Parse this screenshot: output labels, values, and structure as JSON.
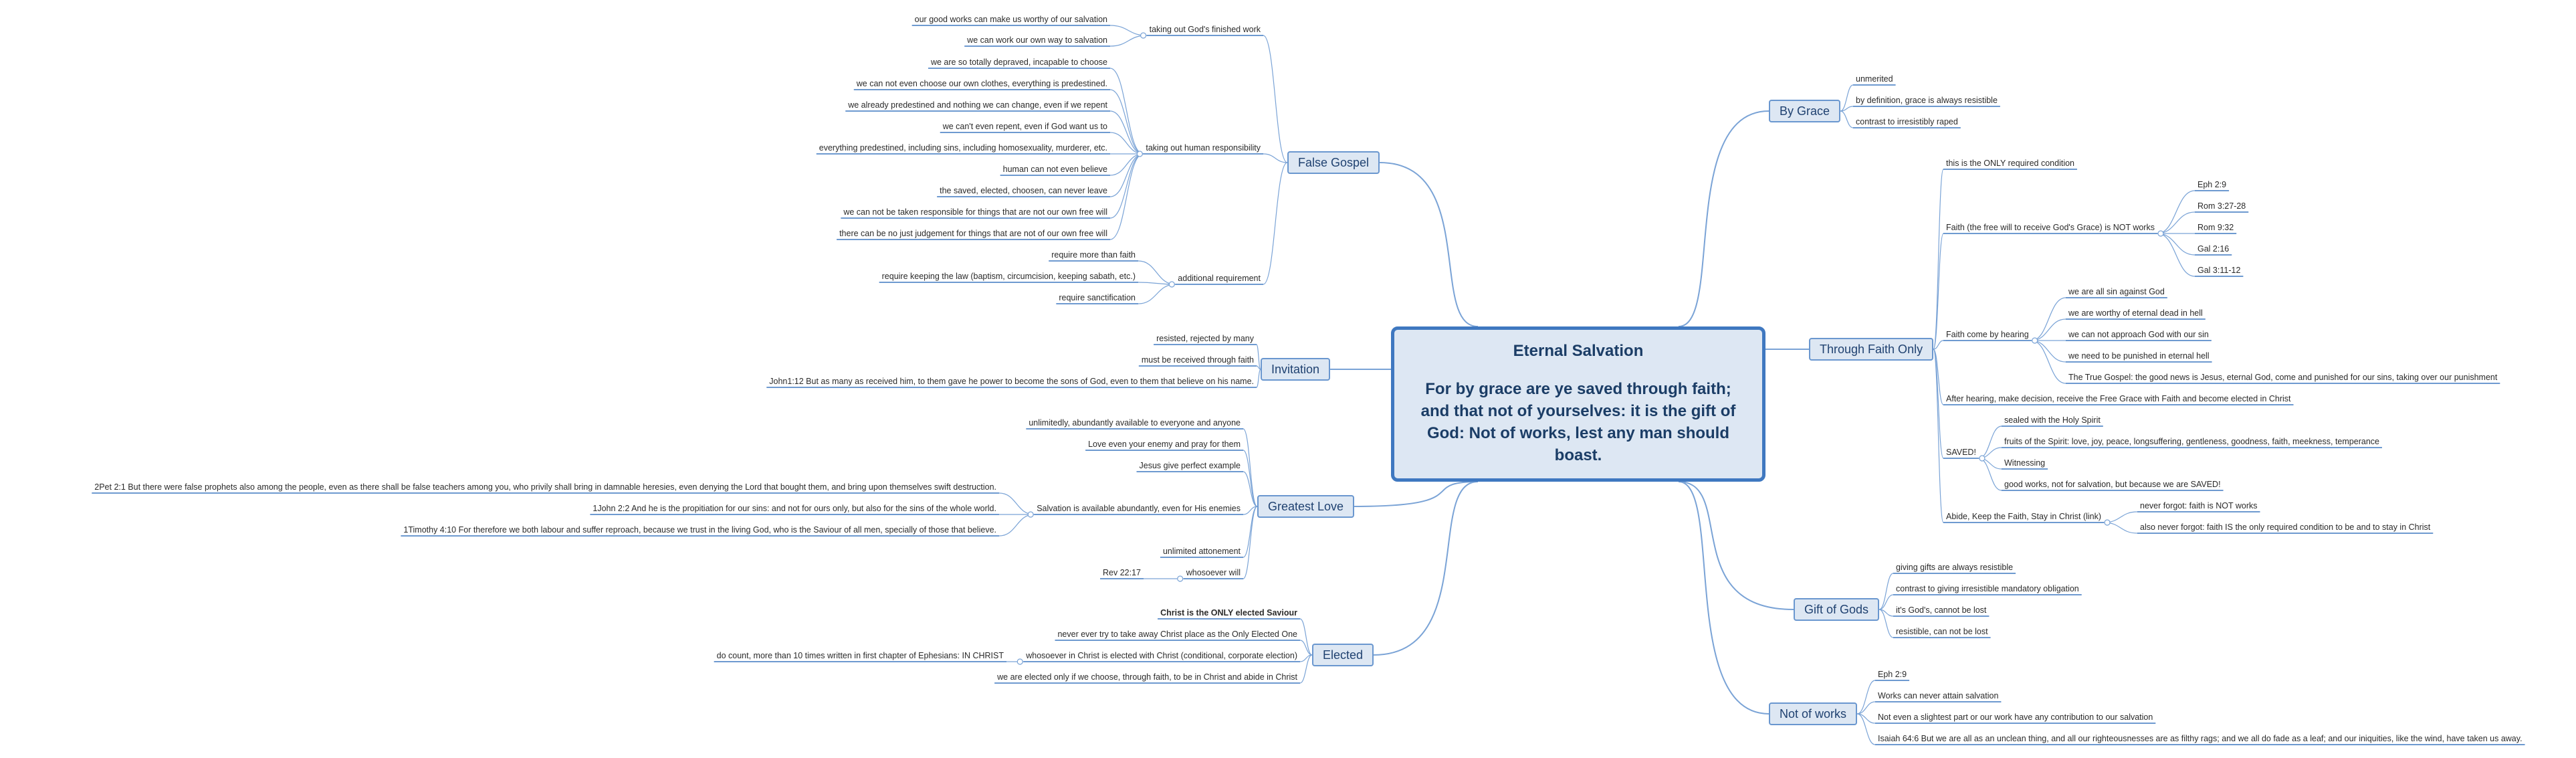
{
  "colors": {
    "line": "#7aa3d6",
    "underline": "#3f78c0",
    "node_fill": "#dde7f3",
    "node_border": "#6a97cf"
  },
  "center": {
    "title": "Eternal Salvation",
    "verse": "For by grace are ye saved through faith; and that not of yourselves: it is the gift of God: Not of works, lest any man should boast."
  },
  "nodes": {
    "false_gospel": {
      "label": "False Gospel"
    },
    "tohw": {
      "label": "taking out God's finished work"
    },
    "tohw_1": {
      "label": "our good works can make us worthy of our salvation"
    },
    "tohw_2": {
      "label": "we can work our own way to salvation"
    },
    "tohr": {
      "label": "taking out human responsibility"
    },
    "tohr_1": {
      "label": "we are so totally depraved, incapable to choose"
    },
    "tohr_2": {
      "label": "we can not even choose our own clothes, everything is predestined."
    },
    "tohr_3": {
      "label": "we already predestined and nothing we can change, even if we repent"
    },
    "tohr_4": {
      "label": "we can't even repent, even if God want us to"
    },
    "tohr_5": {
      "label": "everything predestined, including sins, including homosexuality, murderer, etc."
    },
    "tohr_6": {
      "label": "human can not even believe"
    },
    "tohr_7": {
      "label": "the saved, elected, choosen, can never leave"
    },
    "tohr_8": {
      "label": "we can not be taken responsible for things that are not our own free will"
    },
    "tohr_9": {
      "label": "there can be no just judgement for things that are not of our own free will"
    },
    "addreq": {
      "label": "additional requirement"
    },
    "addreq_1": {
      "label": "require more than faith"
    },
    "addreq_2": {
      "label": "require keeping the law (baptism, circumcision, keeping sabath, etc.)"
    },
    "addreq_3": {
      "label": "require sanctification"
    },
    "invitation": {
      "label": "Invitation"
    },
    "inv_1": {
      "label": "resisted, rejected by many"
    },
    "inv_2": {
      "label": "must be received through faith"
    },
    "inv_3": {
      "label": "John1:12 But as many as received him, to them gave he power to become the sons of God, even to them that believe on his name."
    },
    "greatest_love": {
      "label": "Greatest Love"
    },
    "gl_1": {
      "label": "unlimitedly, abundantly available to everyone and anyone"
    },
    "gl_2": {
      "label": "Love even your enemy and pray for them"
    },
    "gl_3": {
      "label": "Jesus give perfect example"
    },
    "gl_4": {
      "label": "Salvation is available abundantly, even for His enemies"
    },
    "gl_4a": {
      "label": "2Pet 2:1 But there were false prophets also among the people, even as there shall be false teachers among you, who privily shall bring in damnable heresies, even denying the Lord that bought them, and bring upon themselves swift destruction."
    },
    "gl_4b": {
      "label": "1John 2:2 And he is the propitiation for our sins: and not for ours only, but also for the sins of the whole world."
    },
    "gl_4c": {
      "label": "1Timothy 4:10 For therefore we both labour and suffer reproach, because we trust in the living God, who is the Saviour of all men, specially of those that believe."
    },
    "gl_5": {
      "label": "unlimited attonement"
    },
    "gl_6": {
      "label": "whosoever will"
    },
    "gl_6a": {
      "label": "Rev 22:17"
    },
    "elected": {
      "label": "Elected"
    },
    "el_1": {
      "label": "Christ is the ONLY elected Saviour"
    },
    "el_2": {
      "label": "never ever try to take away Christ place as the Only Elected One"
    },
    "el_3": {
      "label": "whosoever in Christ is elected with Christ (conditional, corporate election)"
    },
    "el_3a": {
      "label": "do count, more than 10 times written in first chapter of Ephesians: IN CHRIST"
    },
    "el_4": {
      "label": "we are elected only if we choose, through faith, to be in Christ and abide in Christ"
    },
    "by_grace": {
      "label": "By Grace"
    },
    "bg_1": {
      "label": "unmerited"
    },
    "bg_2": {
      "label": "by definition, grace is always resistible"
    },
    "bg_3": {
      "label": "contrast to irresistibly raped"
    },
    "through_faith": {
      "label": "Through Faith Only"
    },
    "tf_1": {
      "label": "this is the ONLY required condition"
    },
    "tf_2": {
      "label": "Faith (the free will to receive God's Grace) is NOT works"
    },
    "tf_2a": {
      "label": "Eph 2:9"
    },
    "tf_2b": {
      "label": "Rom 3:27-28"
    },
    "tf_2c": {
      "label": "Rom 9:32"
    },
    "tf_2d": {
      "label": "Gal 2:16"
    },
    "tf_2e": {
      "label": "Gal 3:11-12"
    },
    "tf_3": {
      "label": "Faith come by hearing"
    },
    "tf_3a": {
      "label": "we are all sin against God"
    },
    "tf_3b": {
      "label": "we are worthy of eternal dead in hell"
    },
    "tf_3c": {
      "label": "we can not approach God with our sin"
    },
    "tf_3d": {
      "label": "we need to be punished in eternal hell"
    },
    "tf_3e": {
      "label": "The True Gospel: the good news is Jesus, eternal God, come and punished for our sins, taking over our punishment"
    },
    "tf_4": {
      "label": "After hearing, make decision, receive the Free Grace with Faith and become elected in Christ"
    },
    "tf_5": {
      "label": "SAVED!"
    },
    "tf_5a": {
      "label": "sealed with the Holy Spirit"
    },
    "tf_5b": {
      "label": "fruits of the Spirit: love, joy, peace, longsuffering, gentleness, goodness, faith,  meekness, temperance"
    },
    "tf_5c": {
      "label": "Witnessing"
    },
    "tf_5d": {
      "label": "good works, not for salvation, but because we are SAVED!"
    },
    "tf_6": {
      "label": "Abide, Keep the Faith, Stay in Christ (link)"
    },
    "tf_6a": {
      "label": "never forgot: faith is NOT works"
    },
    "tf_6b": {
      "label": "also never forgot: faith IS the only required condition to be and to stay in Christ"
    },
    "gift": {
      "label": "Gift of Gods"
    },
    "gf_1": {
      "label": "giving gifts are always resistible"
    },
    "gf_2": {
      "label": "contrast to giving irresistible mandatory obligation"
    },
    "gf_3": {
      "label": "it's God's, cannot be lost"
    },
    "gf_4": {
      "label": "resistible, can not be lost"
    },
    "not_works": {
      "label": "Not of works"
    },
    "nw_1": {
      "label": "Eph 2:9"
    },
    "nw_2": {
      "label": "Works can never attain salvation"
    },
    "nw_3": {
      "label": "Not even a slightest part or our work have any contribution to our salvation"
    },
    "nw_4": {
      "label": "Isaiah 64:6 But we are all as an unclean thing, and all our righteousnesses are as filthy rags; and we all do fade as a leaf; and our iniquities, like the wind, have taken us away."
    }
  }
}
